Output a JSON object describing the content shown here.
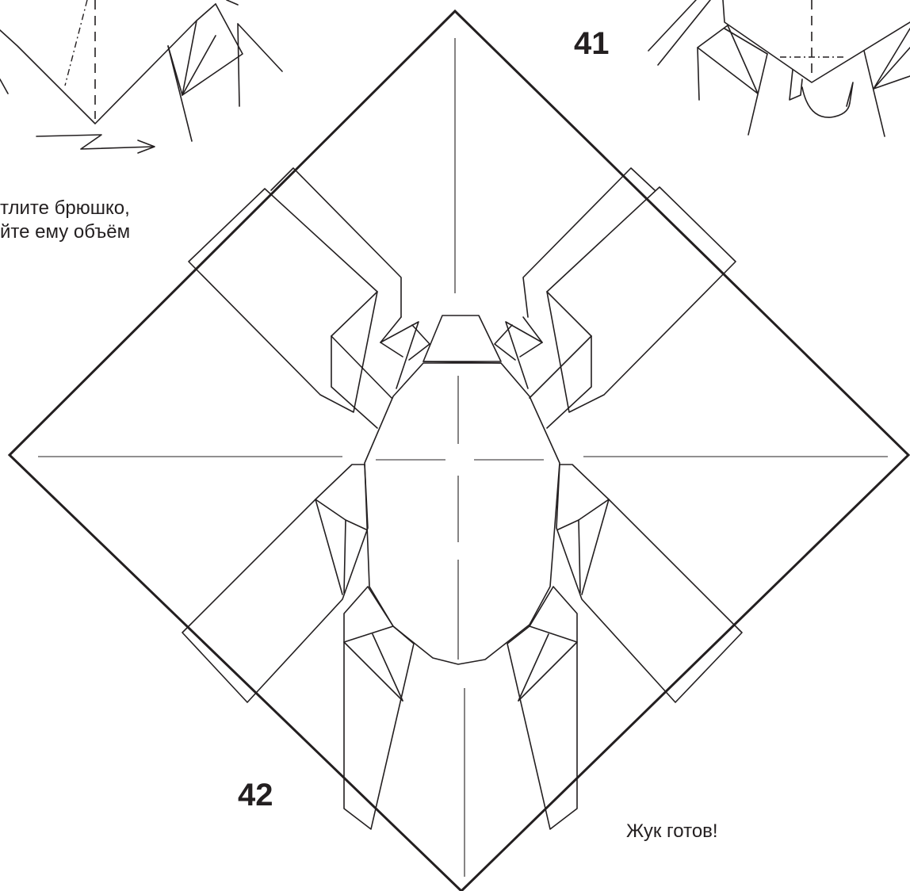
{
  "steps": {
    "step_41": "41",
    "step_42": "42"
  },
  "instructions": {
    "line1": "тлите брюшко,",
    "line2": "йте ему объём"
  },
  "caption": "Жук готов!"
}
